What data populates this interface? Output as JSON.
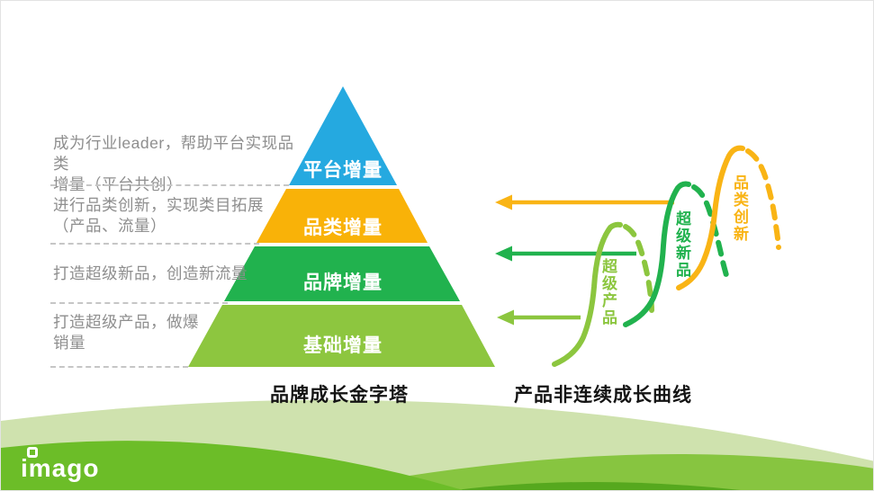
{
  "slide": {
    "left_notes": [
      {
        "line1": "成为行业leader，帮助平台实现品类",
        "line2": "增量（平台共创）"
      },
      {
        "line1": "进行品类创新，实现类目拓展",
        "line2": "（产品、流量）"
      },
      {
        "line1": "打造超级新品，创造新流量",
        "line2": ""
      },
      {
        "line1": "打造超级产品，做爆",
        "line2": "销量"
      }
    ],
    "pyramid": {
      "caption": "品牌成长金字塔",
      "tiers": [
        {
          "label": "平台增量",
          "color": "#25A9E0"
        },
        {
          "label": "品类增量",
          "color": "#F9B208"
        },
        {
          "label": "品牌增量",
          "color": "#21B24E"
        },
        {
          "label": "基础增量",
          "color": "#8DC63F"
        }
      ]
    },
    "curves": {
      "caption": "产品非连续成长曲线",
      "items": [
        {
          "label": "超级产品",
          "color": "#8CC63F"
        },
        {
          "label": "超级新品",
          "color": "#21B24E"
        },
        {
          "label": "品类创新",
          "color": "#F9B415"
        }
      ]
    },
    "hills": {
      "pale": "#CFE2AE",
      "right": "#87C540",
      "left": "#6CBD28",
      "overlap": "#56A81E"
    },
    "logo": {
      "text": "imago"
    }
  }
}
